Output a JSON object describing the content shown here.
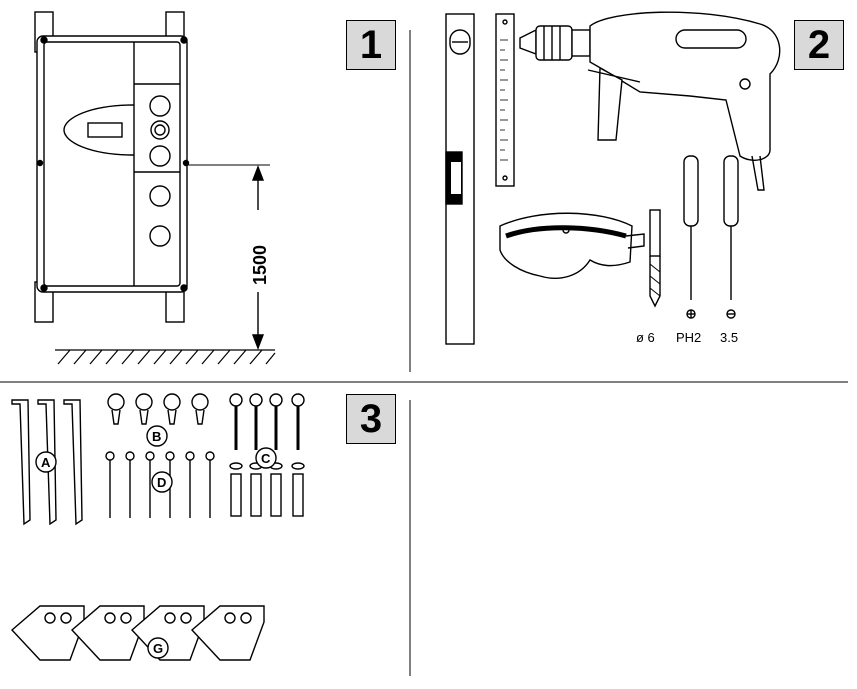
{
  "panels": {
    "panel1": {
      "number": "1",
      "dimension": "1500"
    },
    "panel2": {
      "number": "2",
      "bit_labels": [
        "ø 6",
        "PH2",
        "3.5"
      ]
    },
    "panel3": {
      "number": "3",
      "part_labels": [
        "A",
        "B",
        "C",
        "D",
        "G"
      ]
    }
  },
  "colors": {
    "badge_fill": "#d9d9d9",
    "line": "#000000",
    "accent_fill": "#e6e6e6"
  }
}
